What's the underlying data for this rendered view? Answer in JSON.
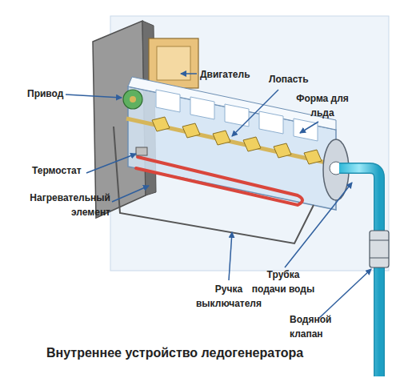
{
  "diagram": {
    "caption": "Внутреннее устройство ледогенератора",
    "labels": [
      "Двигатель",
      "Привод",
      "Лопасть",
      "Форма для льда",
      "Термостат",
      "Нагревательный элемент",
      "Ручка выключателя",
      "Трубка подачи воды",
      "Водяной клапан"
    ]
  }
}
